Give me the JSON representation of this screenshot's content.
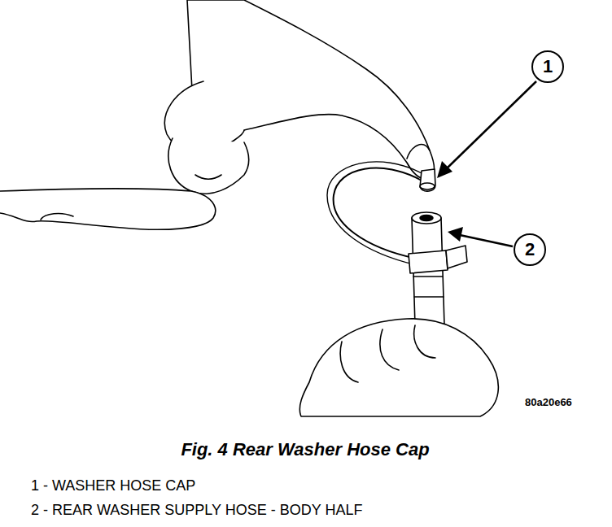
{
  "diagram": {
    "caption": "Fig. 4 Rear Washer Hose Cap",
    "nodes": [
      {
        "text": [
          "1"
        ]
      },
      {
        "text": [
          "2"
        ]
      }
    ],
    "labels": [
      "80a20e66",
      "1 - WASHER HOSE CAP",
      "2 - REAR WASHER SUPPLY HOSE - BODY HALF"
    ]
  }
}
